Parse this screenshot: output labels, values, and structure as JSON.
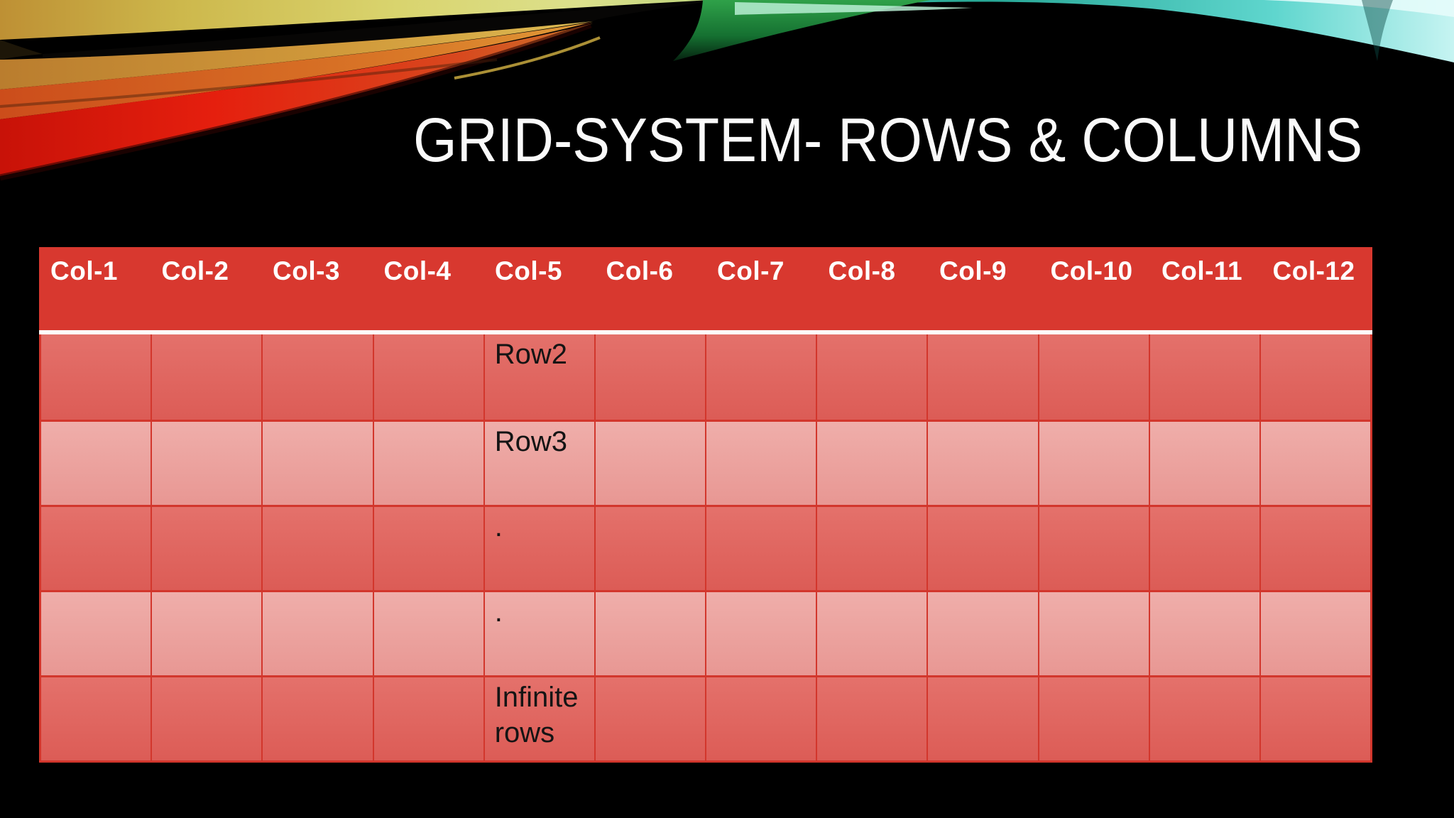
{
  "slide": {
    "title": "GRID-SYSTEM- ROWS & COLUMNS"
  },
  "table": {
    "columns": [
      "Col-1",
      "Col-2",
      "Col-3",
      "Col-4",
      "Col-5",
      "Col-6",
      "Col-7",
      "Col-8",
      "Col-9",
      "Col-10",
      "Col-11",
      "Col-12"
    ],
    "rows": [
      {
        "shade": "dark",
        "cells": [
          "",
          "",
          "",
          "",
          "Row2",
          "",
          "",
          "",
          "",
          "",
          "",
          ""
        ]
      },
      {
        "shade": "light",
        "cells": [
          "",
          "",
          "",
          "",
          "Row3",
          "",
          "",
          "",
          "",
          "",
          "",
          ""
        ]
      },
      {
        "shade": "dark",
        "cells": [
          "",
          "",
          "",
          "",
          ".",
          "",
          "",
          "",
          "",
          "",
          "",
          ""
        ]
      },
      {
        "shade": "light",
        "cells": [
          "",
          "",
          "",
          "",
          ".",
          "",
          "",
          "",
          "",
          "",
          "",
          ""
        ]
      },
      {
        "shade": "dark",
        "cells": [
          "",
          "",
          "",
          "",
          "Infinite rows",
          "",
          "",
          "",
          "",
          "",
          "",
          ""
        ]
      }
    ]
  },
  "colors": {
    "background": "#000000",
    "title_text": "#FAFAFA",
    "header_red": "#D8382F",
    "header_text": "#FFFFFF",
    "header_separator": "#FCFCFC",
    "row_dark": "#E0655F",
    "row_light": "#ECA6A2",
    "grid_border": "#D2362C",
    "cell_text": "#141414"
  },
  "decoration": {
    "left_swoosh_colors": [
      "#BE9034",
      "#D9D46E",
      "#D29C3C",
      "#DA7A28",
      "#E51F0E",
      "#8F1205"
    ],
    "right_swoosh_colors": [
      "#2FA149",
      "#27A796",
      "#5FD6CE",
      "#C6F4F2"
    ]
  }
}
